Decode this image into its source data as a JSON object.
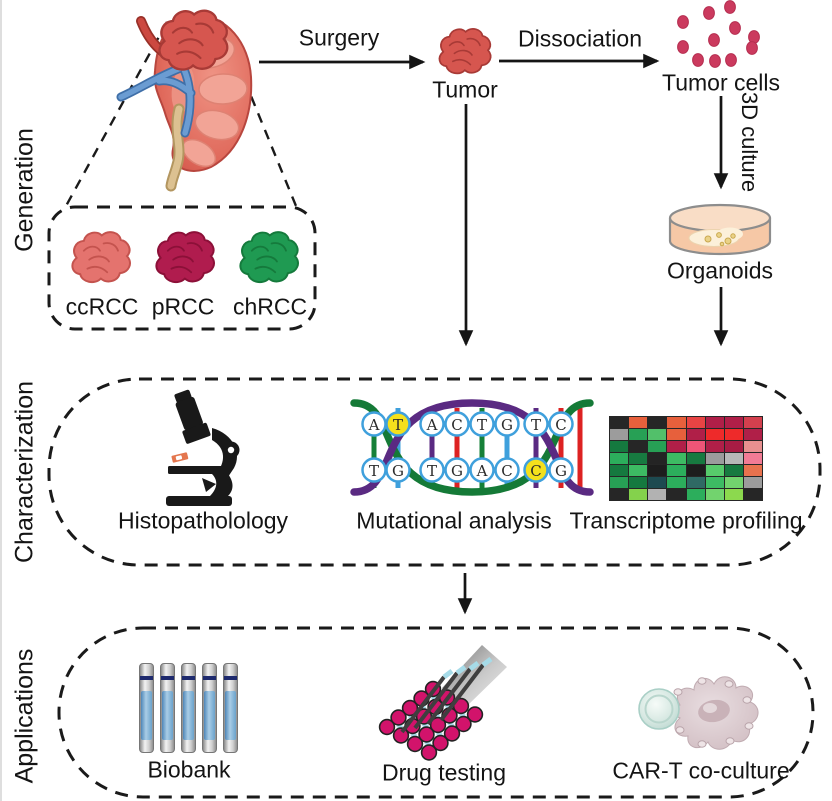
{
  "section_labels": {
    "generation": "Generation",
    "characterization": "Characterization",
    "applications": "Applications"
  },
  "flow": {
    "surgery": "Surgery",
    "tumor": "Tumor",
    "dissociation": "Dissociation",
    "tumor_cells": "Tumor cells",
    "culture_3d": "3D culture",
    "organoids": "Organoids"
  },
  "tumor_color": {
    "fill": "#d6564f",
    "edge": "#a83a36"
  },
  "subtypes": [
    {
      "label": "ccRCC",
      "color": "#e4736e",
      "edge": "#c4534e"
    },
    {
      "label": "pRCC",
      "color": "#b01c4e",
      "edge": "#8c1038"
    },
    {
      "label": "chRCC",
      "color": "#1f9a52",
      "edge": "#157a3c"
    }
  ],
  "characterization": {
    "histopathology_label": "Histopatholology",
    "mutational_label": "Mutational analysis",
    "transcriptome_label": "Transcriptome profiling",
    "dna": {
      "top": [
        "A",
        "T",
        "A",
        "C",
        "T",
        "G",
        "T",
        "C"
      ],
      "bottom": [
        "T",
        "G",
        "T",
        "G",
        "A",
        "C",
        "C",
        "G"
      ],
      "highlight": "#f4e01c"
    }
  },
  "applications": {
    "biobank_label": "Biobank",
    "drug_label": "Drug testing",
    "cart_label": "CAR-T co-culture"
  },
  "heatmap": {
    "rows": [
      [
        "#262626",
        "#e7603c",
        "#262626",
        "#e7603c",
        "#e84444",
        "#b01f48",
        "#b01f48",
        "#d3404e"
      ],
      [
        "#9c9c9c",
        "#27a055",
        "#52c06a",
        "#e7603c",
        "#b01f48",
        "#ee2a2a",
        "#ee2a2a",
        "#b01f48"
      ],
      [
        "#15793f",
        "#262626",
        "#27a055",
        "#b01f48",
        "#ee5577",
        "#b01f48",
        "#a81c44",
        "#e89090"
      ],
      [
        "#2cae5c",
        "#177a40",
        "#242424",
        "#3dbb63",
        "#177a40",
        "#9c9c9c",
        "#b8b8b8",
        "#f27b95"
      ],
      [
        "#15793f",
        "#3dbb63",
        "#1d1d1d",
        "#2cae5c",
        "#1d1d1d",
        "#57cb6b",
        "#177a40",
        "#e8724e"
      ],
      [
        "#27a055",
        "#15793f",
        "#1d4a50",
        "#2cae5c",
        "#2f6a64",
        "#3dbb63",
        "#72d36e",
        "#9c9c9c"
      ],
      [
        "#262626",
        "#84d24c",
        "#b2b2b2",
        "#262626",
        "#2cae5c",
        "#72d36e",
        "#8cd94e",
        "#262626"
      ]
    ]
  }
}
